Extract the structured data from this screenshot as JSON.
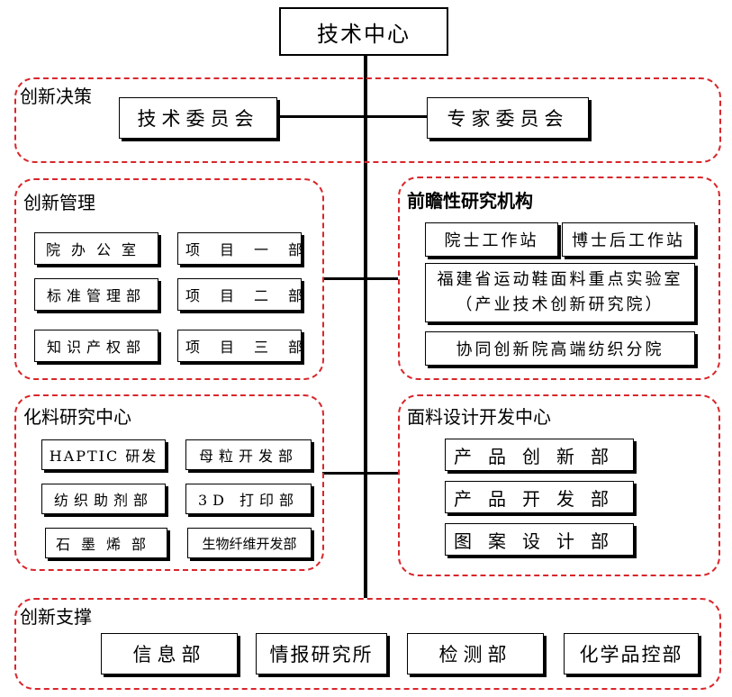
{
  "center": {
    "title": "技术中心"
  },
  "decision": {
    "label": "创新决策",
    "items": [
      "技术委员会",
      "专家委员会"
    ]
  },
  "management": {
    "label": "创新管理",
    "items": [
      "院办公室",
      "项目一部",
      "标准管理部",
      "项目二部",
      "知识产权部",
      "项目三部"
    ]
  },
  "forward": {
    "label": "前瞻性研究机构",
    "items": [
      "院士工作站",
      "博士后工作站",
      "福建省运动鞋面料重点实验室",
      "（产业技术创新研究院）",
      "协同创新院高端纺织分院"
    ]
  },
  "chemical": {
    "label": "化料研究中心",
    "items": [
      "HAPTIC 研发",
      "母粒开发部",
      "纺织助剂部",
      "3D 打印部",
      "石墨烯部",
      "生物纤维开发部"
    ]
  },
  "fabric": {
    "label": "面料设计开发中心",
    "items": [
      "产品创新部",
      "产品开发部",
      "图案设计部"
    ]
  },
  "support": {
    "label": "创新支撑",
    "items": [
      "信息部",
      "情报研究所",
      "检测部",
      "化学品控部"
    ]
  },
  "colors": {
    "border": "#d9262b",
    "line": "#000000"
  }
}
